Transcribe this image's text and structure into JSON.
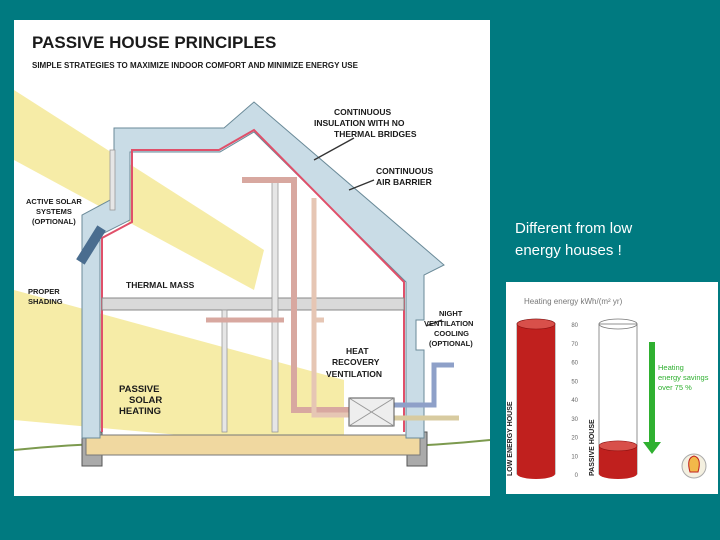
{
  "slide": {
    "background": "#007a80",
    "caption_line1": "Different from low",
    "caption_line2": "energy houses !"
  },
  "diagram": {
    "title": "PASSIVE HOUSE PRINCIPLES",
    "subtitle": "SIMPLE STRATEGIES TO MAXIMIZE INDOOR COMFORT AND MINIMIZE ENERGY USE",
    "labels": {
      "insulation_1": "CONTINUOUS",
      "insulation_2": "INSULATION WITH NO",
      "insulation_3": "THERMAL BRIDGES",
      "air_barrier_1": "CONTINUOUS",
      "air_barrier_2": "AIR BARRIER",
      "active_solar_1": "ACTIVE SOLAR",
      "active_solar_2": "SYSTEMS",
      "active_solar_3": "(OPTIONAL)",
      "shading_1": "PROPER",
      "shading_2": "SHADING",
      "thermal_mass": "THERMAL MASS",
      "night_vent_1": "NIGHT",
      "night_vent_2": "VENTILATION",
      "night_vent_3": "COOLING",
      "night_vent_4": "(OPTIONAL)",
      "hrv_1": "HEAT",
      "hrv_2": "RECOVERY",
      "hrv_3": "VENTILATION",
      "passive_1": "PASSIVE",
      "passive_2": "SOLAR",
      "passive_3": "HEATING"
    },
    "colors": {
      "sun": "#f3e58a",
      "insulation": "#c9dce6",
      "air_barrier": "#e0506a",
      "floor_slab": "#f0d8a0"
    }
  },
  "chart_data": {
    "type": "bar",
    "title": "Heating energy kWh/(m² yr)",
    "categories": [
      "LOW ENERGY HOUSE",
      "PASSIVE HOUSE"
    ],
    "values": [
      80,
      15
    ],
    "ylim": [
      0,
      80
    ],
    "yticks": [
      0,
      10,
      20,
      30,
      40,
      50,
      60,
      70,
      80
    ],
    "annotation_1": "Heating",
    "annotation_2": "energy savings",
    "annotation_3": "over 75 %",
    "colors": {
      "bar": "#c0201e",
      "arrow": "#2fb030",
      "annotation": "#2fb030"
    }
  }
}
